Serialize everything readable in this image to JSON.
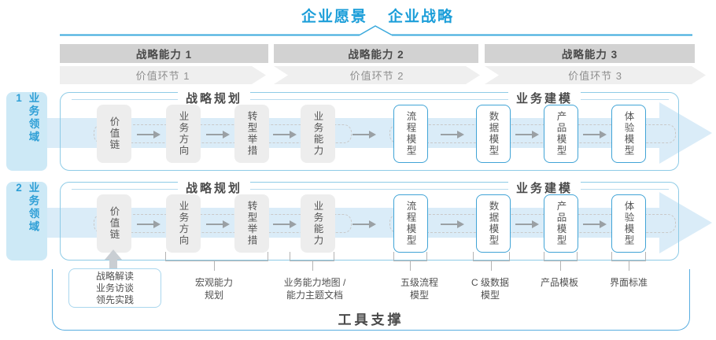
{
  "colors": {
    "accent_blue": "#1b9ed9",
    "line_blue": "#3aa9dc",
    "container_border": "#8ecbe6",
    "outer_border": "#58ade0",
    "bar_gray": "#d2d2d2",
    "chevron_gray": "#efefef",
    "domain_bg": "#cde9f6",
    "domain_text": "#2f9fd6",
    "arrow_band": "#daecf8",
    "box_gray": "#ededed",
    "outlined_border": "#41a4d6",
    "header_line": "#b9dcee",
    "dash_gray": "#c9c9c9",
    "arrow_gray": "#9aa0a4",
    "brace_gray": "#b3b3b3",
    "up_arrow": "#c9ced3",
    "inputs_border": "#aad7ee",
    "text_dark": "#4a4a4a",
    "text_mid": "#4f4f4f",
    "text_gray": "#8f8f8f"
  },
  "header": {
    "vision": "企业愿景",
    "strategy": "企业战略"
  },
  "capability_bars": [
    "战略能力 1",
    "战略能力 2",
    "战略能力 3"
  ],
  "value_links": [
    "价值环节 1",
    "价值环节 2",
    "价值环节 3"
  ],
  "domains": [
    "业务领域 1",
    "业务领域 2"
  ],
  "sections": [
    "战略规划",
    "业务建模"
  ],
  "flow_boxes": [
    {
      "key": "value-chain",
      "label": "价值链",
      "style": "gray"
    },
    {
      "key": "business-direction",
      "label": "业务方向",
      "style": "gray"
    },
    {
      "key": "transformation-initiatives",
      "label": "转型举措",
      "style": "gray"
    },
    {
      "key": "business-capability",
      "label": "业务能力",
      "style": "gray"
    },
    {
      "key": "process-model",
      "label": "流程模型",
      "style": "outlined"
    },
    {
      "key": "data-model",
      "label": "数据模型",
      "style": "outlined"
    },
    {
      "key": "product-model",
      "label": "产品模型",
      "style": "outlined"
    },
    {
      "key": "experience-model",
      "label": "体验模型",
      "style": "outlined"
    }
  ],
  "inputs_box": {
    "key": "strategy-inputs",
    "lines": [
      "战略解读",
      "业务访谈",
      "领先实践"
    ]
  },
  "callouts": [
    {
      "key": "macro-capability-planning",
      "lines": [
        "宏观能力",
        "规划"
      ]
    },
    {
      "key": "capability-map-docs",
      "lines": [
        "业务能力地图 /",
        "能力主题文档"
      ]
    },
    {
      "key": "l5-process-model",
      "lines": [
        "五级流程",
        "模型"
      ]
    },
    {
      "key": "c-level-data-model",
      "lines": [
        "C 级数据",
        "模型"
      ]
    },
    {
      "key": "product-template",
      "lines": [
        "产品模板"
      ]
    },
    {
      "key": "ui-standard",
      "lines": [
        "界面标准"
      ]
    }
  ],
  "footer": {
    "label": "工具支撑"
  }
}
